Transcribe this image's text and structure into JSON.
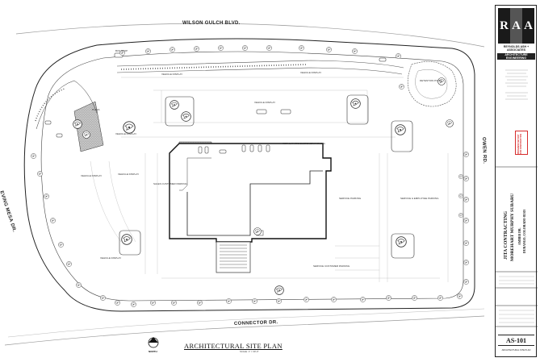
{
  "streets": {
    "north": "WILSON GULCH BLVD.",
    "south": "CONNECTOR DR.",
    "west": "EVING MESA DR.",
    "east": "OWEN RD."
  },
  "labels": {
    "vehicle_display": "VEHICLE DISPLAY",
    "retail_parking": "RETAIL PARTS CUSTOMER PARKING",
    "sales_parking": "SALES CUSTOMER PARKING",
    "service_parking": "SERVICE PARKING",
    "service_employee_parking": "SERVICE & EMPLOYEE PARKING",
    "service_customer_parking": "SERVICE CUSTOMER PARKING",
    "detention_pond": "DETENTION POND",
    "plaza": "PLAZA",
    "bus_stop": "BUS STOP"
  },
  "title_block": {
    "logo_letters": [
      "R",
      "A",
      "A"
    ],
    "firm_name": "REYNOLDS ASH + ASSOCIATES",
    "firm_discipline": "ARCHITECTURE ENGINEERING",
    "contractor": "JITA CONTRACTING",
    "project": "MOREHART MURPHY SUBARU",
    "address": "AMBER DR.",
    "city": "DURANGO, COLORADO 81303",
    "stamp": "PROGRESS SET NOT FOR CONSTRUCTION",
    "sheet_number": "AS-101",
    "sheet_title": "ARCHITECTURAL SITE PLAN"
  },
  "drawing": {
    "title": "ARCHITECTURAL SITE PLAN",
    "scale": "SCALE: 1\" = 30'-0\"",
    "north": "NORTH"
  },
  "colors": {
    "ink": "#1a1a1a",
    "hatch": "#9a9a9a",
    "stamp_red": "#d62b2b"
  }
}
